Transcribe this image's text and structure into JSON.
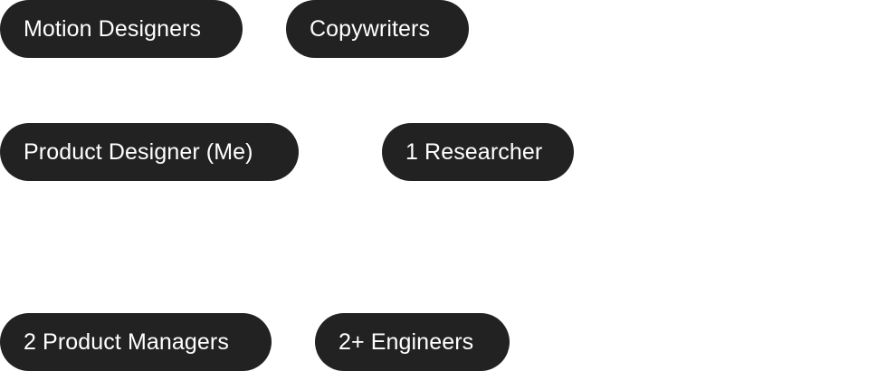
{
  "colors": {
    "background": "#ffffff",
    "node_fill": "#222222",
    "node_text": "#ffffff",
    "connector": "#ffffff"
  },
  "nodes": {
    "motion_designers": "Motion Designers",
    "copywriters": "Copywriters",
    "product_designer": "Product Designer (Me)",
    "researcher": "1 Researcher",
    "product_managers": "2 Product Managers",
    "engineers": "2+ Engineers"
  }
}
